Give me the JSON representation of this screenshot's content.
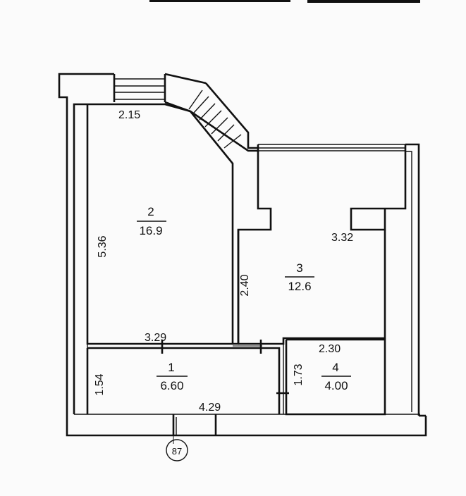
{
  "plan": {
    "building_number": "87",
    "rooms": [
      {
        "number": "1",
        "area": "6.60"
      },
      {
        "number": "2",
        "area": "16.9"
      },
      {
        "number": "3",
        "area": "12.6"
      },
      {
        "number": "4",
        "area": "4.00"
      }
    ],
    "dimensions": {
      "room2_top": "2.15",
      "room2_left": "5.36",
      "room2_bottom": "3.29",
      "room3_left": "2.40",
      "room3_top": "3.32",
      "room1_left": "1.54",
      "room1_bottom": "4.29",
      "room4_top": "2.30",
      "room4_left": "1.73"
    }
  }
}
